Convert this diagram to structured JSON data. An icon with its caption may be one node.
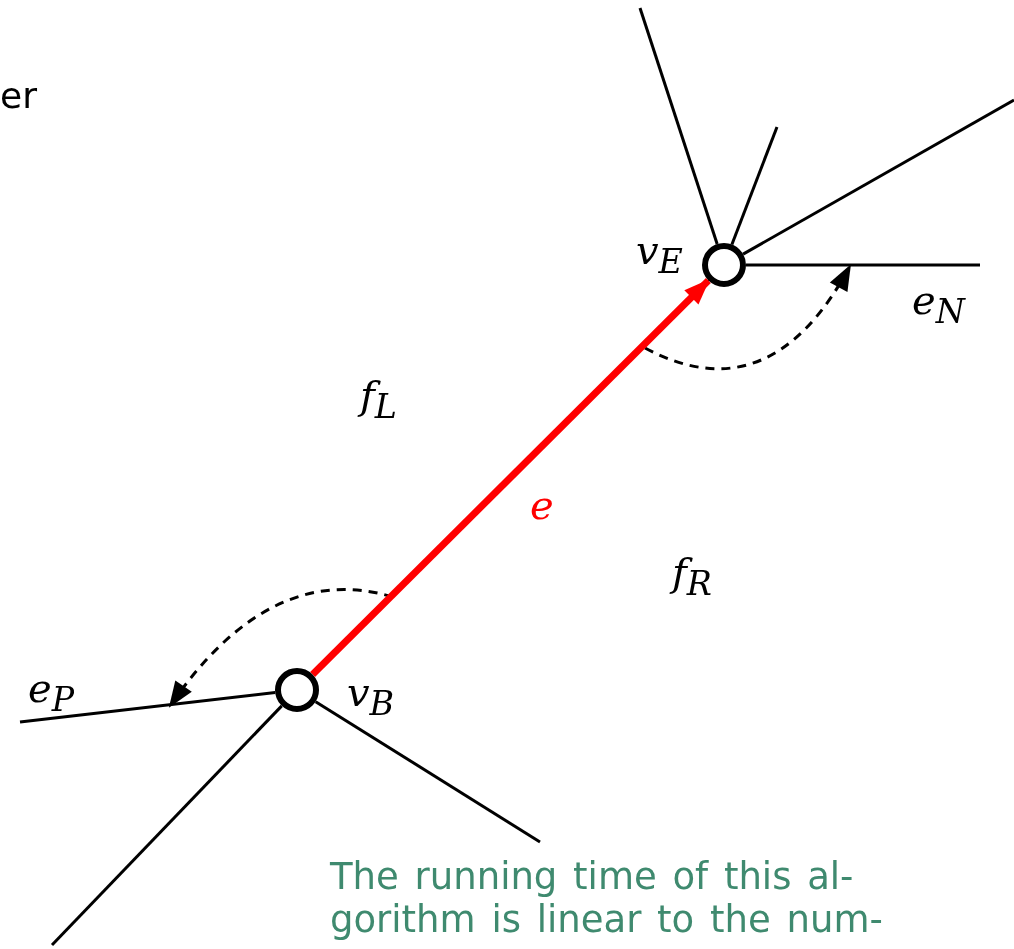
{
  "diagram": {
    "nodes": [
      {
        "text": [],
        "shape": "circle",
        "beside": [
          "v$_{B}$"
        ]
      },
      {
        "text": [],
        "shape": "circle",
        "beside": [
          "v$_{E}$"
        ]
      }
    ],
    "edges": [
      {
        "from": 0,
        "to": 1,
        "arrow": "to",
        "label": "e",
        "style": "thick",
        "color": "#ff0000"
      },
      {
        "from": 1,
        "to": null,
        "arrow": "none"
      },
      {
        "from": 1,
        "to": null,
        "arrow": "none"
      },
      {
        "from": 1,
        "to": null,
        "arrow": "none"
      },
      {
        "from": 1,
        "to": null,
        "arrow": "none",
        "label": "e$_{N}$"
      },
      {
        "from": 0,
        "to": null,
        "arrow": "none",
        "label": "e$_{P}$"
      },
      {
        "from": 0,
        "to": null,
        "arrow": "none"
      },
      {
        "from": 0,
        "to": null,
        "arrow": "none"
      }
    ],
    "labels": [
      "er",
      "f$_{L}$",
      "f$_{R}$",
      "The running time of this al- gorithm is linear to the num-"
    ]
  }
}
